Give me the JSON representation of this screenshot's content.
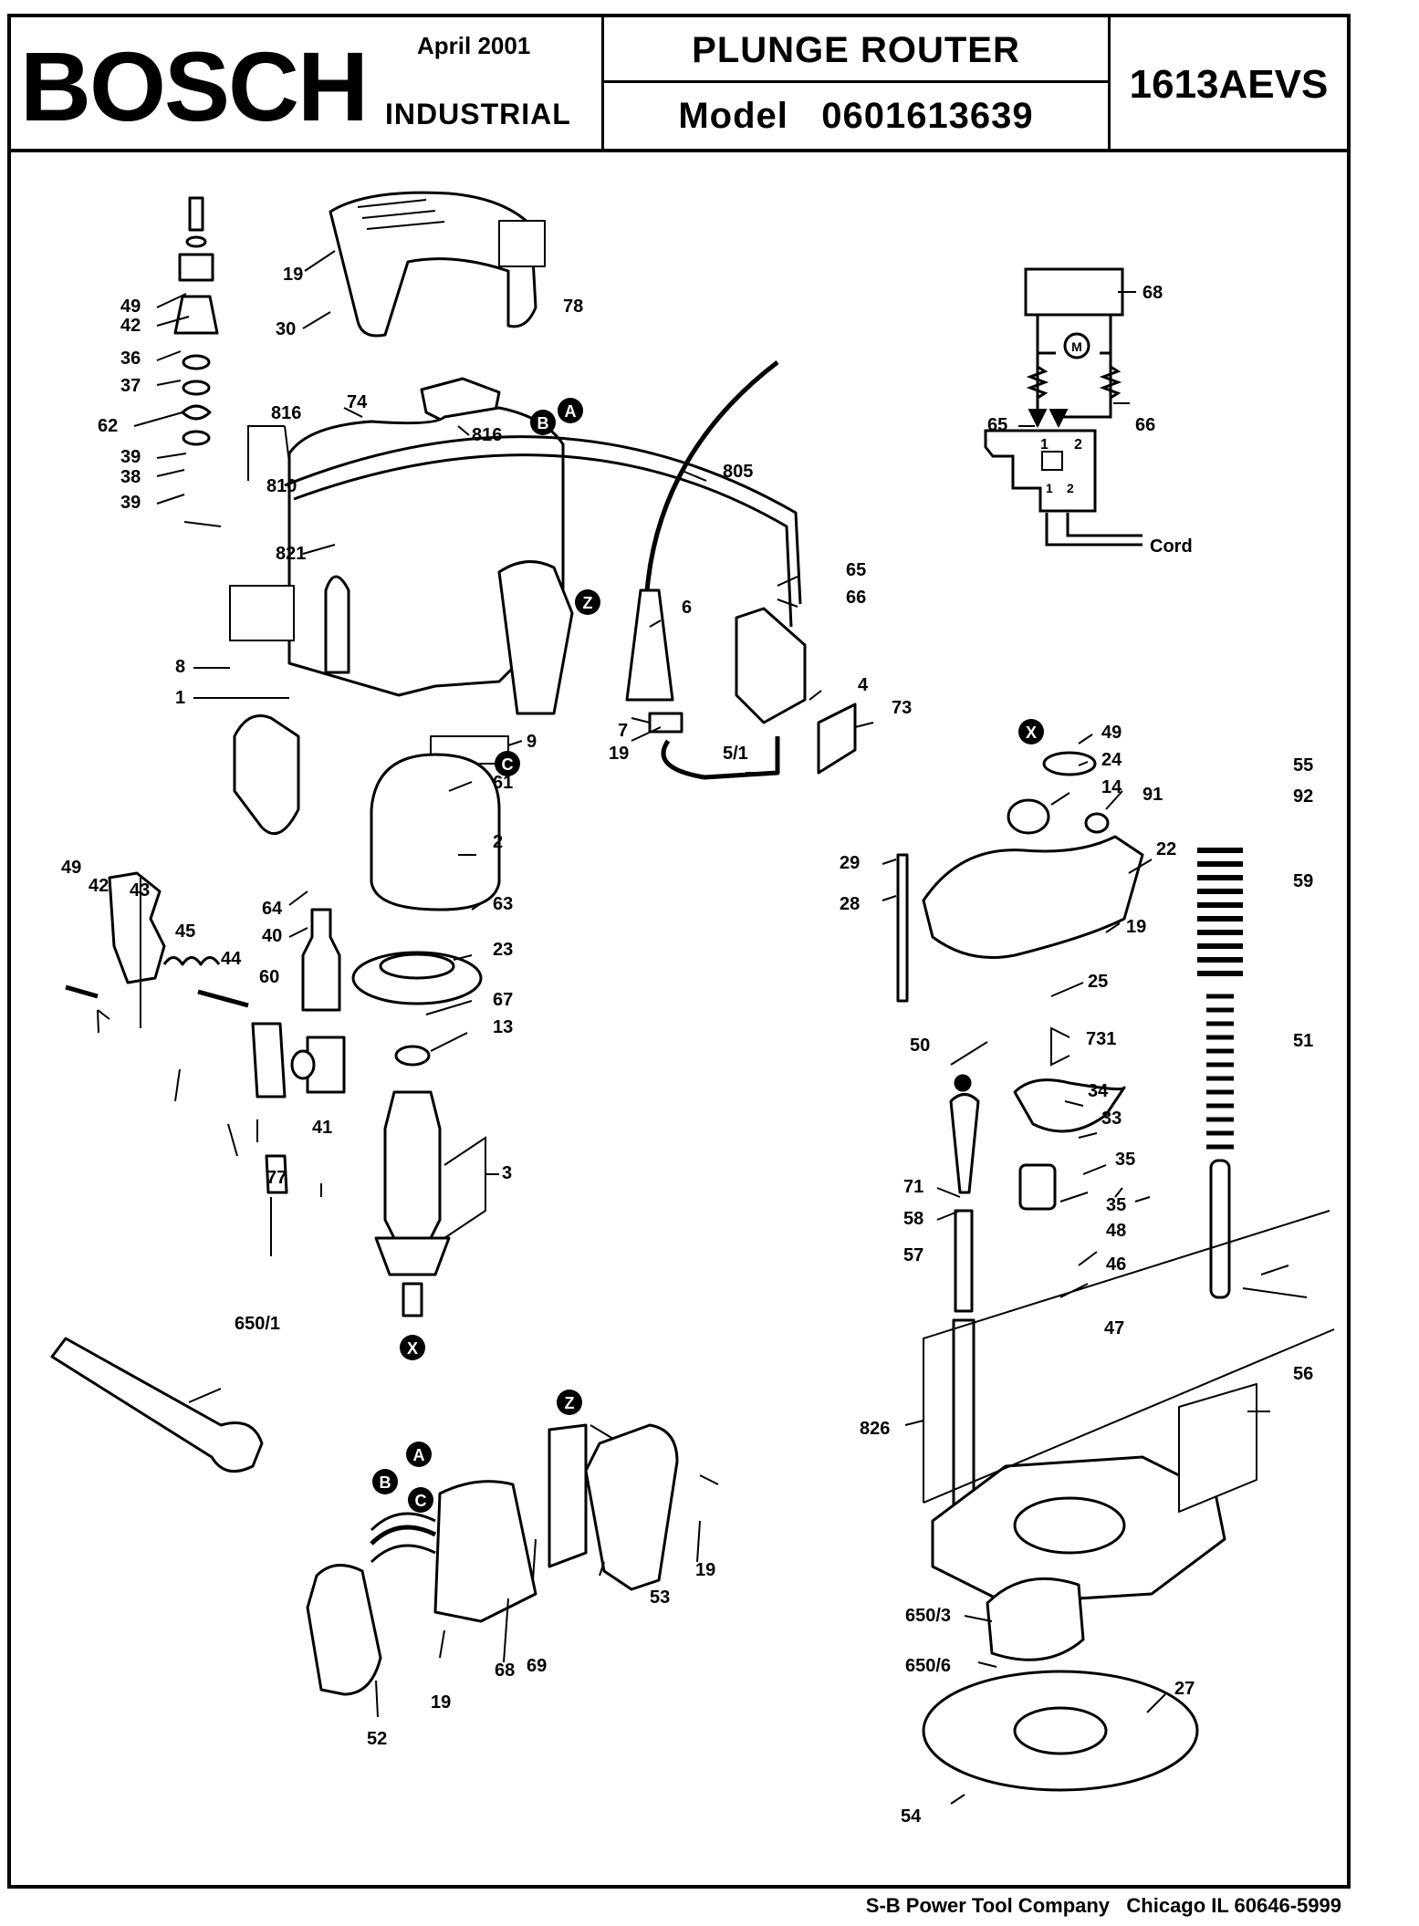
{
  "header": {
    "brand": "BOSCH",
    "date": "April 2001",
    "division": "INDUSTRIAL",
    "tool_name": "PLUNGE ROUTER",
    "model_label": "Model",
    "model_number": "0601613639",
    "model_code": "1613AEVS"
  },
  "schematic": {
    "motor_symbol": "M",
    "switch_terminals": [
      "1",
      "2"
    ],
    "cord_label": "Cord"
  },
  "connectors": [
    "A",
    "B",
    "C",
    "X",
    "Z"
  ],
  "part_labels": [
    "19",
    "30",
    "78",
    "49",
    "42",
    "36",
    "37",
    "62",
    "39",
    "38",
    "39",
    "816",
    "74",
    "816",
    "810",
    "821",
    "805",
    "68",
    "65",
    "66",
    "8",
    "1",
    "6",
    "65",
    "66",
    "4",
    "73",
    "7",
    "19",
    "5/1",
    "9",
    "61",
    "2",
    "63",
    "23",
    "67",
    "13",
    "64",
    "40",
    "49",
    "42",
    "43",
    "45",
    "44",
    "60",
    "41",
    "77",
    "3",
    "650/1",
    "49",
    "24",
    "14",
    "91",
    "22",
    "29",
    "28",
    "19",
    "25",
    "50",
    "731",
    "34",
    "33",
    "35",
    "71",
    "58",
    "35",
    "48",
    "57",
    "46",
    "55",
    "92",
    "59",
    "51",
    "47",
    "56",
    "826",
    "19",
    "53",
    "68",
    "69",
    "19",
    "52",
    "650/3",
    "650/6",
    "27",
    "54"
  ],
  "footer": {
    "company": "S-B Power Tool Company",
    "location": "Chicago IL 60646-5999"
  }
}
